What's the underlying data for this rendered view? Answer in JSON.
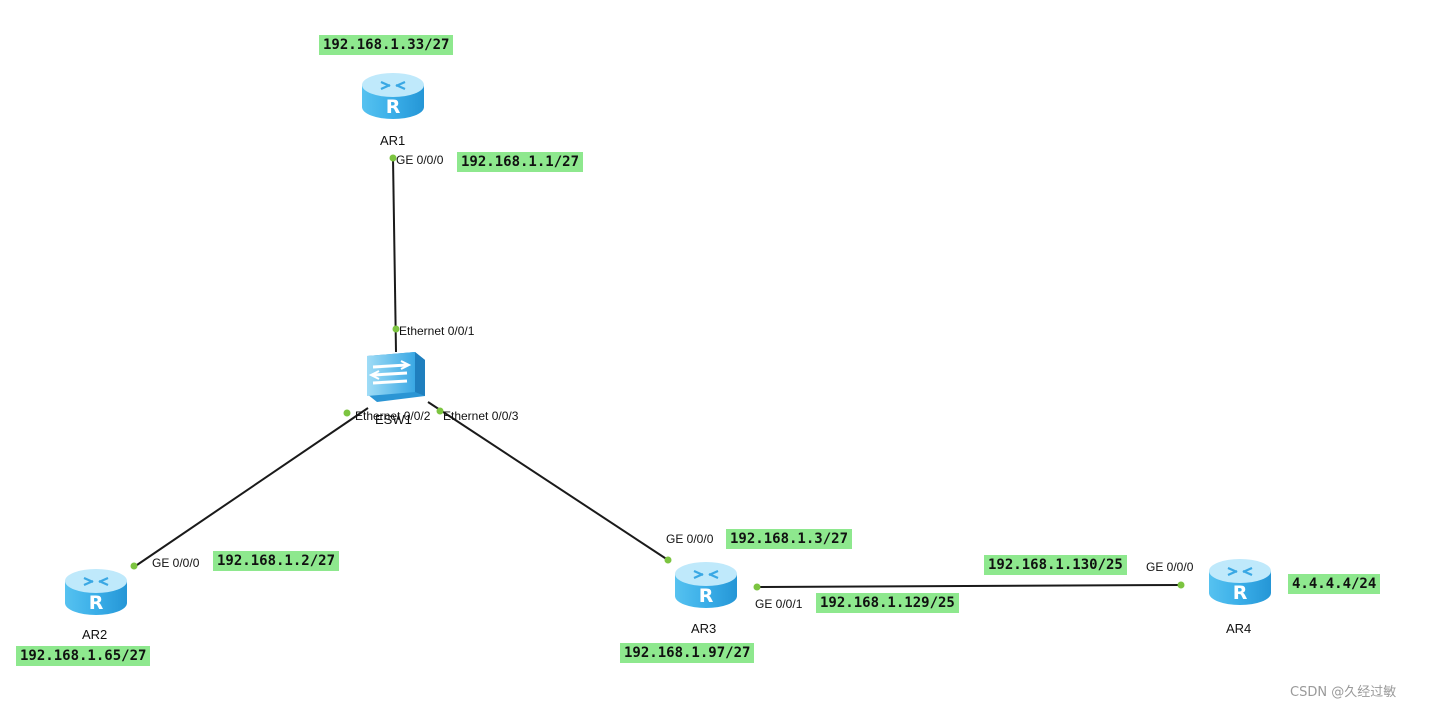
{
  "devices": {
    "ar1": {
      "name": "AR1",
      "type": "router-icon"
    },
    "ar2": {
      "name": "AR2",
      "type": "router-icon"
    },
    "ar3": {
      "name": "AR3",
      "type": "router-icon"
    },
    "ar4": {
      "name": "AR4",
      "type": "router-icon"
    },
    "esw1": {
      "name": "ESW1",
      "type": "switch-icon"
    }
  },
  "ports": {
    "ar1_ge000": "GE 0/0/0",
    "esw1_eth001": "Ethernet 0/0/1",
    "esw1_eth002": "Ethernet 0/0/2",
    "esw1_eth003": "Ethernet 0/0/3",
    "ar2_ge000": "GE 0/0/0",
    "ar3_ge000": "GE 0/0/0",
    "ar3_ge001": "GE 0/0/1",
    "ar4_ge000": "GE 0/0/0"
  },
  "addresses": {
    "ar1_loopback": "192.168.1.33/27",
    "ar1_ge000": "192.168.1.1/27",
    "ar2_ge000": "192.168.1.2/27",
    "ar2_loopback": "192.168.1.65/27",
    "ar3_ge000": "192.168.1.3/27",
    "ar3_loopback": "192.168.1.97/27",
    "ar3_ge001": "192.168.1.129/25",
    "ar4_ge000": "192.168.1.130/25",
    "ar4_loopback": "4.4.4.4/24"
  },
  "colors": {
    "label_bg": "#8ee88e",
    "port_dot": "#7cc440",
    "link": "#1a1a1a",
    "router_top": "#bfe9fb",
    "router_body": "#3eb4ec"
  },
  "watermark": "CSDN @久经过敏"
}
